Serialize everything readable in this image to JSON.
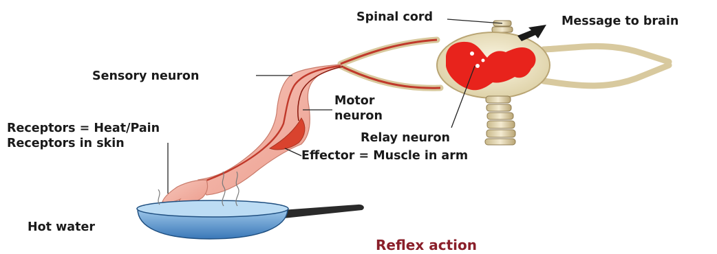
{
  "labels": {
    "spinal_cord": "Spinal cord",
    "message_to_brain": "Message to brain",
    "sensory_neuron": "Sensory neuron",
    "motor_neuron_line1": "Motor",
    "motor_neuron_line2": "neuron",
    "relay_neuron": "Relay neuron",
    "receptors_line1": "Receptors = Heat/Pain",
    "receptors_line2": "Receptors in skin",
    "effector": "Effector = Muscle in arm",
    "hot_water": "Hot water"
  },
  "caption": "Reflex action",
  "colors": {
    "arm_skin": "#f3b4a8",
    "muscle": "#d9432e",
    "grey_matter": "#e8231c",
    "white_matter": "#efe6c8",
    "pan_water": "#5d9fd4",
    "caption": "#8a1f2a"
  }
}
